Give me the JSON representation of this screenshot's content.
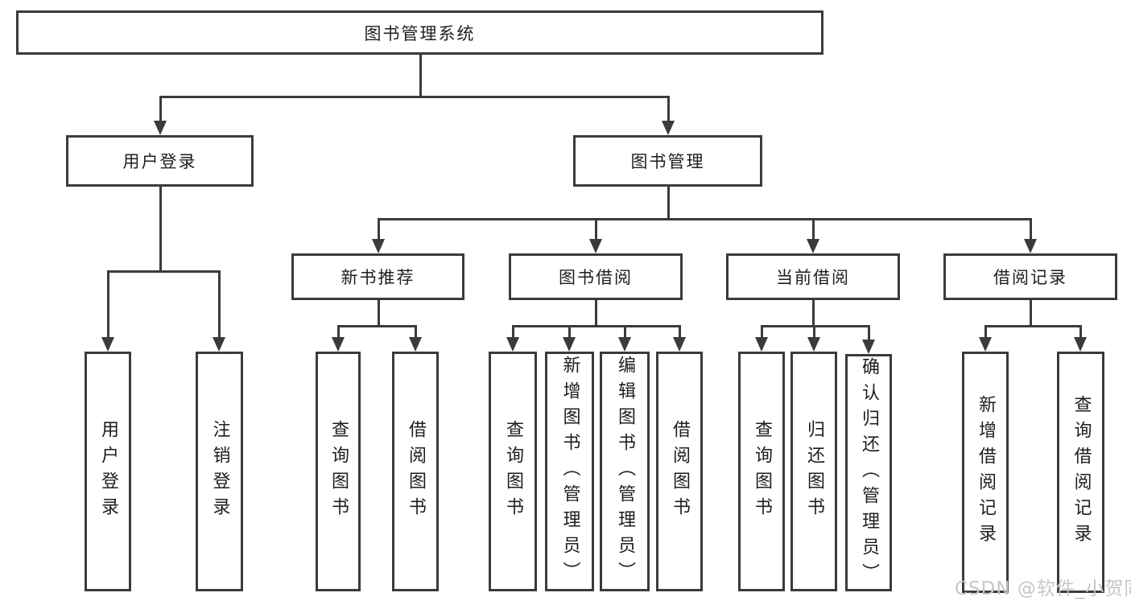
{
  "diagram": {
    "root": "图书管理系统",
    "branches": {
      "user_login": {
        "label": "用户登录",
        "children": [
          "用户登录",
          "注销登录"
        ]
      },
      "book_mgmt": {
        "label": "图书管理",
        "sections": [
          {
            "label": "新书推荐",
            "children": [
              "查询图书",
              "借阅图书"
            ]
          },
          {
            "label": "图书借阅",
            "children": [
              "查询图书",
              "新增图书（管理员）",
              "编辑图书（管理员）",
              "借阅图书"
            ]
          },
          {
            "label": "当前借阅",
            "children": [
              "查询图书",
              "归还图书",
              "确认归还（管理员）"
            ]
          },
          {
            "label": "借阅记录",
            "children": [
              "新增借阅记录",
              "查询借阅记录"
            ]
          }
        ]
      }
    }
  },
  "watermark": {
    "text": "CSDN @软件_小贺同学"
  },
  "style": {
    "line_color": "#3b3b3b",
    "text_color": "#1e1e1e",
    "watermark_color": "#c6c6c6",
    "bg_color": "#ffffff"
  }
}
